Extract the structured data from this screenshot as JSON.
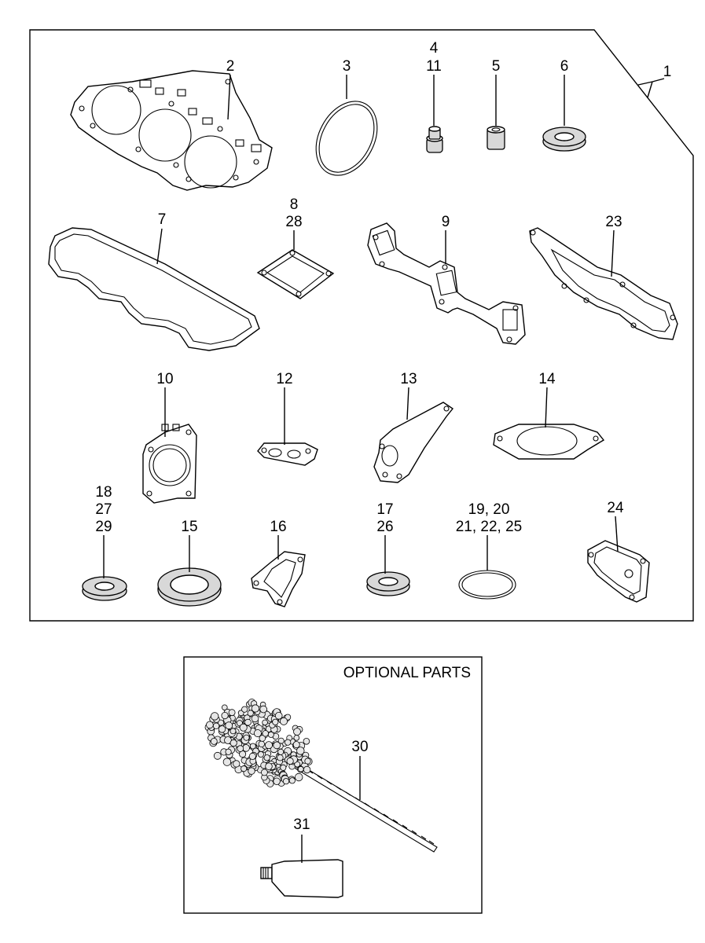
{
  "labels": {
    "l1": "1",
    "l2": "2",
    "l3": "3",
    "l4": "4",
    "l11": "11",
    "l5": "5",
    "l6": "6",
    "l7": "7",
    "l8": "8",
    "l28": "28",
    "l9": "9",
    "l23": "23",
    "l10": "10",
    "l12": "12",
    "l13": "13",
    "l14": "14",
    "l18": "18",
    "l27": "27",
    "l29": "29",
    "l15": "15",
    "l16": "16",
    "l17": "17",
    "l26": "26",
    "l19_20": "19, 20",
    "l21_22_25": "21, 22, 25",
    "l24": "24",
    "l30": "30",
    "l31": "31"
  },
  "optional_box": {
    "title": "OPTIONAL PARTS"
  }
}
